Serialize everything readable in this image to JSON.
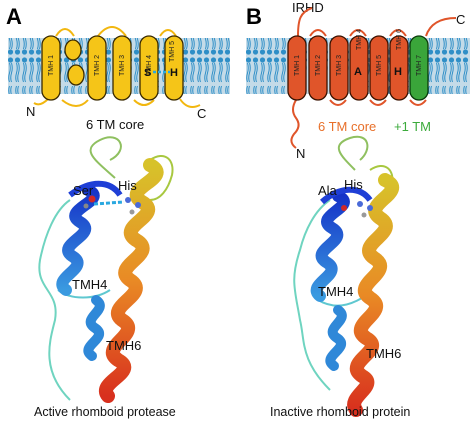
{
  "panel_a": {
    "letter": "A",
    "helices": [
      "TMH 1",
      "TMH 2",
      "TMH 3",
      "TMH 4",
      "TMH 5"
    ],
    "catalytic_letters": [
      "S",
      "H"
    ],
    "n_term": "N",
    "c_term": "C",
    "core_label": "6 TM core",
    "residues": [
      "Ser",
      "His"
    ],
    "tmh_labels": [
      "TMH4",
      "TMH6"
    ],
    "caption": "Active rhomboid protease"
  },
  "panel_b": {
    "letter": "B",
    "irhd": "IRHD",
    "helices": [
      "TMH 1",
      "TMH 2",
      "TMH 3",
      "TMH 4",
      "TMH 5",
      "TMH 6",
      "TMH 7"
    ],
    "catalytic_letters": [
      "A",
      "H"
    ],
    "n_term": "N",
    "c_term": "C",
    "core_label": "6 TM core",
    "plus_label": "+1 TM",
    "residues": [
      "Ala",
      "His"
    ],
    "tmh_labels": [
      "TMH4",
      "TMH6"
    ],
    "caption": "Inactive rhomboid protein"
  },
  "colors": {
    "yellow_helix": "#f5c518",
    "orange_helix": "#e0552a",
    "green_helix": "#3aa53a",
    "membrane": "#bfd8e6",
    "lipid": "#2f8fc7",
    "hbond": "#29a8e0"
  }
}
